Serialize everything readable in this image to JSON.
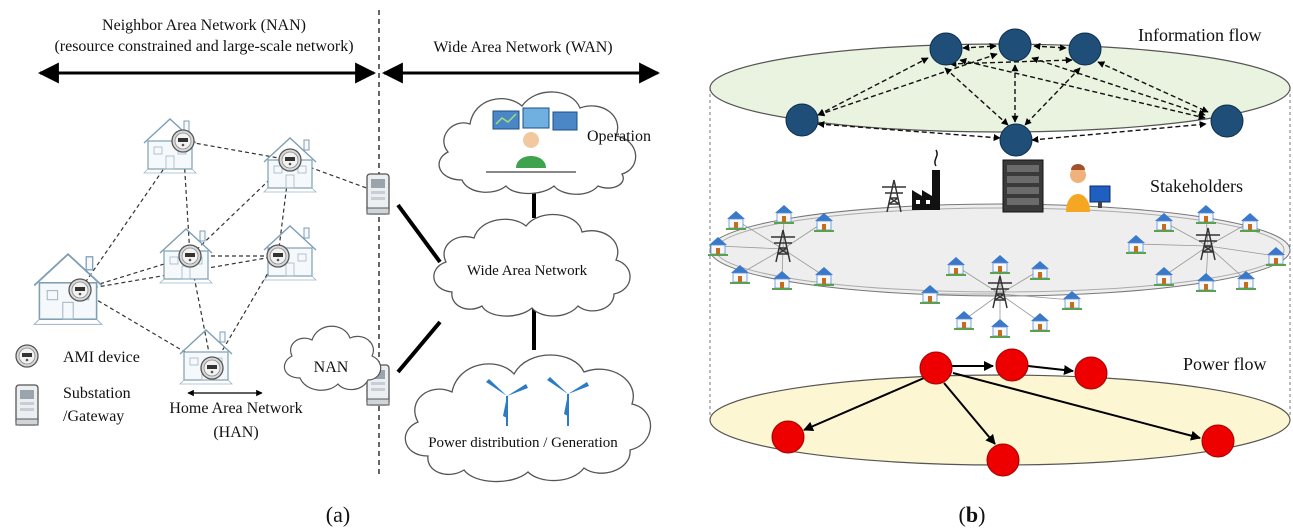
{
  "panel_a": {
    "nan_title": "Neighbor Area Network (NAN)",
    "nan_subtitle": "(resource constrained and large-scale network)",
    "wan_title": "Wide Area Network (WAN)",
    "operation_label": "Operation",
    "wan_cloud_label": "Wide Area Network",
    "nan_cloud_label": "NAN",
    "power_cloud_label": "Power distribution / Generation",
    "han_label_line1": "Home Area Network",
    "han_label_line2": "(HAN)",
    "legend": {
      "ami_label": "AMI device",
      "gateway_label_line1": "Substation",
      "gateway_label_line2": "/Gateway"
    },
    "caption": "(a)"
  },
  "panel_b": {
    "information_flow_label": "Information flow",
    "stakeholders_label": "Stakeholders",
    "power_flow_label": "Power flow",
    "caption": "(b)",
    "colors": {
      "info_node": "#1f4e79",
      "power_node": "#ee0000",
      "info_plane": "#eaf3e0",
      "stake_plane": "#eeeeee",
      "power_plane": "#fdf6d2"
    }
  }
}
